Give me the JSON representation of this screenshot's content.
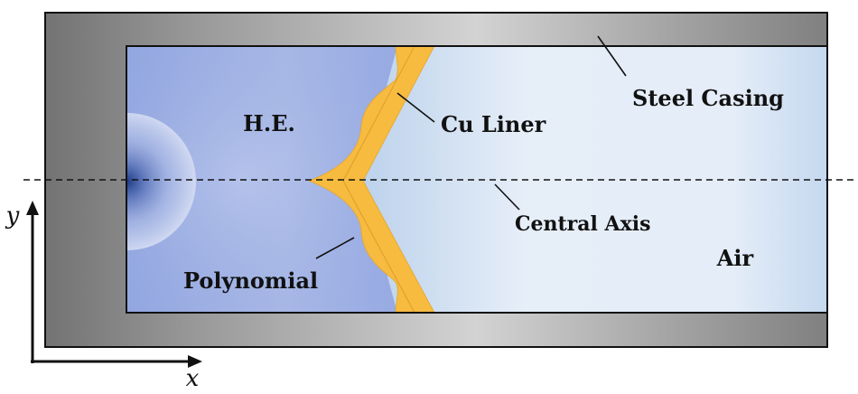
{
  "labels": {
    "he": "H.E.",
    "cu_liner": "Cu Liner",
    "steel_casing": "Steel Casing",
    "central_axis": "Central Axis",
    "air": "Air",
    "polynomial": "Polynomial"
  },
  "axes": {
    "x": "x",
    "y": "y"
  },
  "colors": {
    "steel_dark": "#7a7a7a",
    "steel_light": "#d4d4d4",
    "he_blue": "#8fa4e0",
    "he_blue_light": "#b4c4ea",
    "air_light": "#e8f0f9",
    "air_blue": "#c0d6ee",
    "liner": "#f6bb3f",
    "detonation_core": "#2f4a8c"
  }
}
